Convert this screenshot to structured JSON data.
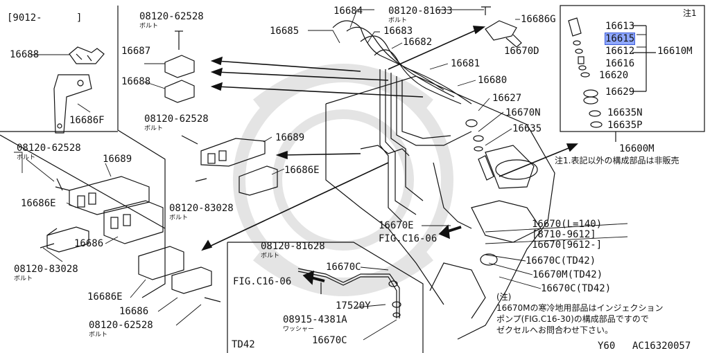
{
  "header": {
    "range": "[9012-",
    "range_end": "]"
  },
  "bolt_label": "ボルト",
  "washer_label": "ワッシャー",
  "labels": {
    "p16684": "16684",
    "p08120_81633": "08120-81633",
    "p16686G": "16686G",
    "p16685": "16685",
    "p16683": "16683",
    "p08120_62528_top": "08120-62528",
    "p16682": "16682",
    "p16687": "16687",
    "p16670D": "16670D",
    "p16681": "16681",
    "p16688_top": "16688",
    "p16680": "16680",
    "p16688_left": "16688",
    "p16627": "16627",
    "p16686F": "16686F",
    "p16670N": "16670N",
    "p08120_62528_mid": "08120-62528",
    "p16635": "16635",
    "p16689_mid": "16689",
    "p08120_62528_left": "08120-62528",
    "p16689_left": "16689",
    "p16686E_mid": "16686E",
    "p16686E_left": "16686E",
    "p08120_83028_mid": "08120-83028",
    "p16686_left": "16686",
    "p16670E": "16670E",
    "fig_c16_06_a": "FIG.C16-06",
    "p08120_83028_left": "08120-83028",
    "p08120_81628": "08120-81628",
    "p16670C_a": "16670C",
    "p16670_l140": "16670(L=140)",
    "p8710_9612": "[8710-9612]",
    "p16670_9612": "16670[9612-]",
    "p16670C_td42_a": "16670C(TD42)",
    "p16670M_td42": "16670M(TD42)",
    "p16670C_td42_b": "16670C(TD42)",
    "fig_c16_06_b": "FIG.C16-06",
    "p16686E_bottom": "16686E",
    "p17520Y": "17520Y",
    "p16686_bottom": "16686",
    "p08915_4381A": "08915-4381A",
    "p08120_62528_bottom": "08120-62528",
    "p16670C_b": "16670C",
    "td42": "TD42",
    "note_marker": "注1",
    "p16613": "16613",
    "p16615": "16615",
    "p16612": "16612",
    "p16610M": "16610M",
    "p16616": "16616",
    "p16620": "16620",
    "p16629": "16629",
    "p16635N": "16635N",
    "p16635P": "16635P",
    "p16600M": "16600M",
    "note1_text": "注1.表記以外の構成部品は非販売"
  },
  "footnote": {
    "heading": "(注)",
    "line1": "16670Mの寒冷地用部品はインジェクション",
    "line2": "ポンプ(FIG.C16-30)の構成部品ですので",
    "line3": "ゼクセルへお問合わせ下さい。"
  },
  "footer": {
    "model": "Y60",
    "code": "AC16320057"
  },
  "colors": {
    "ink": "#111111",
    "highlight": "#8fa8ff"
  }
}
